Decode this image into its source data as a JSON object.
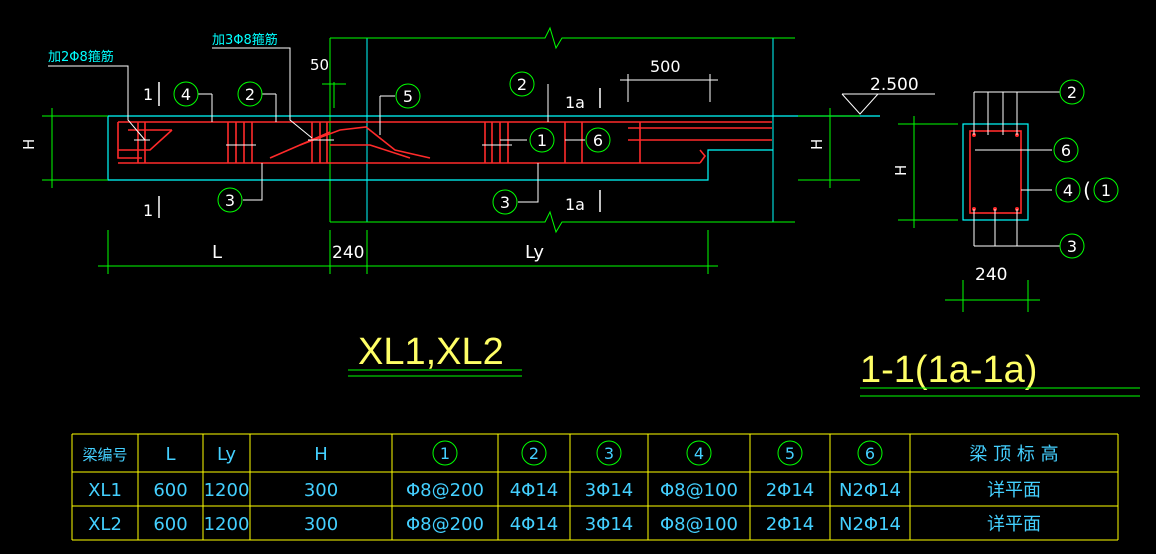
{
  "colors": {
    "background": "#000000",
    "outline": "#00ffff",
    "rebar": "#ff2a2a",
    "dimension": "#00ff00",
    "text_green": "#7cff7c",
    "title": "#ffff66",
    "table_grid": "#ffff00",
    "table_text": "#44d0ff"
  },
  "labels": {
    "stirrup2": "加2Φ8箍筋",
    "stirrup3": "加3Φ8箍筋",
    "dim50": "50",
    "dim500": "500",
    "elev": "2.500",
    "sec_1_top": "1",
    "sec_1_bot": "1",
    "sec_1a_top": "1a",
    "sec_1a_bot": "1a",
    "H_left": "H",
    "H_mid": "H",
    "H_section": "H",
    "dim_L": "L",
    "dim_240": "240",
    "dim_Ly": "Ly",
    "dim_240_section": "240",
    "title_main": "XL1,XL2",
    "title_section": "1-1(1a-1a)"
  },
  "callouts": {
    "c4": "4",
    "c2": "2",
    "c5": "5",
    "c2b": "2",
    "c1": "1",
    "c6": "6",
    "c3": "3",
    "c3b": "3",
    "s2": "2",
    "s6": "6",
    "s4": "4",
    "s1": "1",
    "s3": "3"
  },
  "table": {
    "headers": [
      "梁编号",
      "L",
      "Ly",
      "H",
      "1",
      "2",
      "3",
      "4",
      "5",
      "6",
      "梁 顶 标 高"
    ],
    "circled": [
      false,
      false,
      false,
      false,
      true,
      true,
      true,
      true,
      true,
      true,
      false
    ],
    "rows": [
      [
        "XL1",
        "600",
        "1200",
        "300",
        "Φ8@200",
        "4Φ14",
        "3Φ14",
        "Φ8@100",
        "2Φ14",
        "N2Φ14",
        "详平面"
      ],
      [
        "XL2",
        "600",
        "1200",
        "300",
        "Φ8@200",
        "4Φ14",
        "3Φ14",
        "Φ8@100",
        "2Φ14",
        "N2Φ14",
        "详平面"
      ]
    ]
  }
}
